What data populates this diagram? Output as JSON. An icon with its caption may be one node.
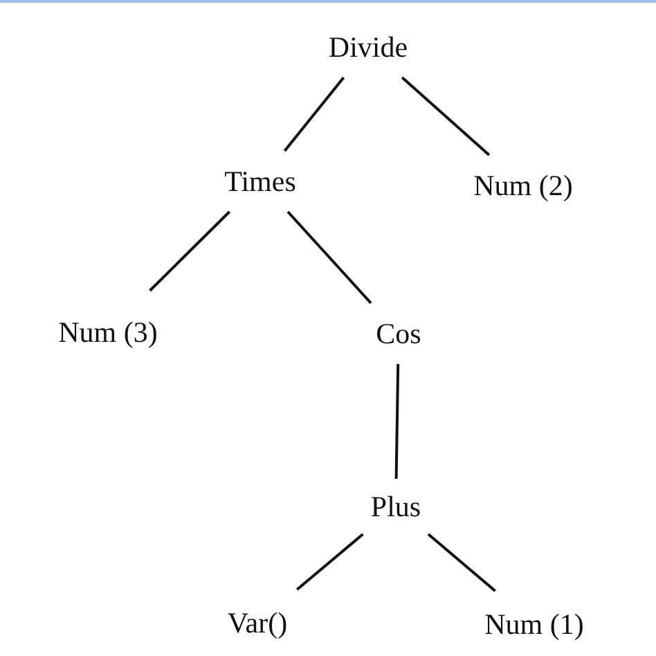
{
  "diagram": {
    "nodes": [
      {
        "text": [
          "Divide"
        ]
      },
      {
        "text": [
          "Times"
        ]
      },
      {
        "text": [
          "Num (2)"
        ]
      },
      {
        "text": [
          "Num (3)"
        ]
      },
      {
        "text": [
          "Cos"
        ]
      },
      {
        "text": [
          "Plus"
        ]
      },
      {
        "text": [
          "Var()"
        ]
      },
      {
        "text": [
          "Num (1)"
        ]
      }
    ],
    "edges": [
      {
        "from": 0,
        "to": 1,
        "arrow": "none"
      },
      {
        "from": 0,
        "to": 2,
        "arrow": "none"
      },
      {
        "from": 1,
        "to": 3,
        "arrow": "none"
      },
      {
        "from": 1,
        "to": 4,
        "arrow": "none"
      },
      {
        "from": 4,
        "to": 5,
        "arrow": "none"
      },
      {
        "from": 5,
        "to": 6,
        "arrow": "none"
      },
      {
        "from": 5,
        "to": 7,
        "arrow": "none"
      }
    ]
  }
}
